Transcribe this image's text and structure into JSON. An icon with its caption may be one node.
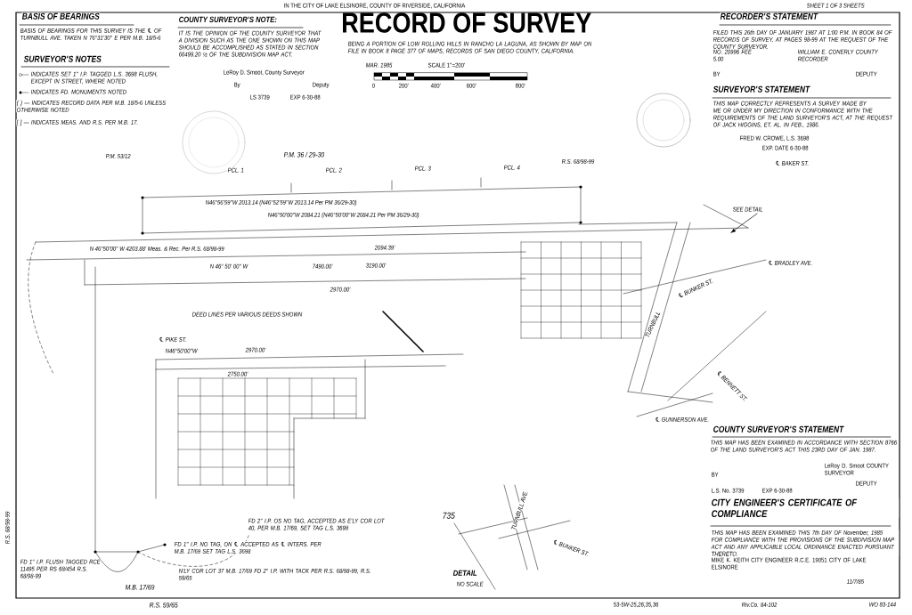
{
  "diagram": {
    "title": "RECORD OF SURVEY",
    "labels": [
      "BASIS OF BEARINGS",
      "BASIS OF BEARINGS FOR THIS SURVEY IS THE ℄ OF TURNBULL AVE. TAKEN N 76°31'30\" E PER M.B. 18/5-6",
      "SURVEYOR'S NOTES",
      "INDICATES SET 1\" I.P. TAGGED L.S. 3698 FLUSH, EXCEPT IN STREET, WHERE NOTED",
      "INDICATES FD. MONUMENTS NOTED",
      "( ) — INDICATES RECORD DATA PER M.B. 18/5-6 UNLESS OTHERWISE NOTED",
      "[ ] — INDICATES MEAS. AND R.S. PER M.B. 17.",
      "COUNTY SURVEYOR'S NOTE:",
      "IT IS THE OPINION OF THE COUNTY SURVEYOR THAT A DIVISION SUCH AS THE ONE SHOWN ON THIS MAP SHOULD BE ACCOMPLISHED AS STATED IN SECTION 66499.20 ½ OF THE SUBDIVISION MAP ACT.",
      "LeRoy D. Smoot, County Surveyor",
      "By",
      "Deputy",
      "LS 3739",
      "EXP 6-30-88",
      "IN THE CITY OF LAKE ELSINORE, COUNTY OF RIVERSIDE, CALIFORNIA",
      "BEING A PORTION OF LOW ROLLING HILLS IN RANCHO LA LAGUNA, AS SHOWN BY MAP ON FILE IN BOOK 8 PAGE 377 OF MAPS, RECORDS OF SAN DIEGO COUNTY, CALIFORNIA.",
      "MAR. 1985",
      "SCALE 1\"=200'",
      "0",
      "200'",
      "400'",
      "600'",
      "800'",
      "SHEET 1 OF 3 SHEETS",
      "RECORDER'S STATEMENT",
      "FILED THIS 26th DAY OF JANUARY 1987 AT 1:00 P.M. IN BOOK 84 OF RECORDS OF SURVEY, AT PAGES 98-99 AT THE REQUEST OF THE COUNTY SURVEYOR.",
      "NO. 20996 FEE 5.00",
      "WILLIAM E. CONERLY COUNTY RECORDER",
      "BY",
      "DEPUTY",
      "SURVEYOR'S STATEMENT",
      "THIS MAP CORRECTLY REPRESENTS A SURVEY MADE BY ME OR UNDER MY DIRECTION IN CONFORMANCE WITH THE REQUIREMENTS OF THE LAND SURVEYOR'S ACT, AT THE REQUEST OF JACK HIGGINS, ET. AL. IN FEB., 1986.",
      "FRED W. CROWE, L.S. 3698",
      "EXP. DATE 6-30-88",
      "P.M. 53/12",
      "P.M. 36 / 29-30",
      "PCL. 1",
      "PCL. 2",
      "PCL. 3",
      "PCL. 4",
      "R.S. 68/98-99",
      "N46°56'59\"W 2013.14 (N46°52'59\"W 2013.14 Per PM 36/29-30)",
      "N46°50'00\"W 2084.21 (N46°50'00\"W 2084.21 Per PM 36/29-30)",
      "N 46°50'00\" W 4203.88' Meas. & Rec. Per R.S. 68/98-99",
      "2094.39'",
      "N 46° 50' 00\" W",
      "7490.00'",
      "3190.00'",
      "2970.00'",
      "DEED LINES PER VARIOUS DEEDS SHOWN",
      "℄ PIKE ST.",
      "N46°50'00\"W",
      "2970.00'",
      "2750.00'",
      "℄ BAKER ST.",
      "SEE DETAIL",
      "℄ BRADLEY AVE.",
      "℄ BUNKER ST.",
      "TURNBULL",
      "℄ BENNETT ST.",
      "℄ GUNNERSON AVE.",
      "735",
      "TURNBULL AVE.",
      "℄ BUNKER ST.",
      "DETAIL",
      "NO SCALE",
      "R.S. 68/98-99",
      "FD 1\" I.P. FLUSH TAGGED RCE 11495 PER RS 68/454 R.S. 68/98-99",
      "FD 2\" I.P. OS NO TAG, ACCEPTED AS E'LY COR LOT 40, PER M.B. 17/69, SET TAG L.S. 3698",
      "FD 1\" I.P. NO TAG, ON ℄ ACCEPTED AS ℄ INTERS. PER M.B. 17/69 SET TAG L.S. 3698",
      "N'LY COR LOT 37 M.B. 17/69 FD 2\" I.P. WITH TACK PER R.S. 68/98-99, R.S. 59/65",
      "M.B. 17/69",
      "R.S. 59/65",
      "COUNTY SURVEYOR'S STATEMENT",
      "THIS MAP HAS BEEN EXAMINED IN ACCORDANCE WITH SECTION 8766 OF THE LAND SURVEYOR'S ACT THIS 23RD DAY OF JAN. 1987.",
      "LeRoy D. Smoot COUNTY SURVEYOR",
      "BY",
      "DEPUTY",
      "L.S. No. 3739",
      "EXP 6-30-88",
      "CITY ENGINEER'S CERTIFICATE OF COMPLIANCE",
      "THIS MAP HAS BEEN EXAMINED THIS 7th DAY OF November, 1985 FOR COMPLIANCE WITH THE PROVISIONS OF THE SUBDIVISION MAP ACT AND ANY APPLICABLE LOCAL ORDINANCE ENACTED PURSUANT THERETO.",
      "MIKE K. KEITH CITY ENGINEER R.C.E. 19051 CITY OF LAKE ELSINORE",
      "11/7/85",
      "53-5W-25,26,35,36",
      "Riv.Co. 84-102",
      "WO 83-144"
    ]
  }
}
